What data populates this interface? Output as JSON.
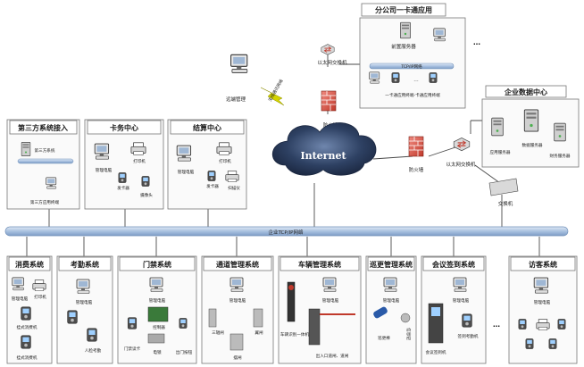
{
  "title": "",
  "top_branch": {
    "title": "分公司一卡通应用",
    "front_server": "前置服务器",
    "switch": "以太网交换机",
    "firewall": "防火墙",
    "terminal": "一卡通应用终端-卡通应用终端",
    "bus": "TCP/IP网络",
    "ellipsis": "…"
  },
  "remote": {
    "label": "远端管理",
    "wireless": "无线通讯网络"
  },
  "internet": "Internet",
  "right_chain": {
    "firewall": "防火墙",
    "switch": "以太网交换机",
    "core_switch": "交换机"
  },
  "enterprise": {
    "title": "企业数据中心",
    "app_server": "应用服务器",
    "db_server": "数据服务器",
    "fin_server": "财务服务器"
  },
  "top_boxes": [
    {
      "title": "第三方系统接入",
      "items": [
        "第三方系统",
        "第三方应用终端"
      ]
    },
    {
      "title": "卡务中心",
      "items": [
        "管理电脑",
        "打印机",
        "发卡器",
        "摄像头"
      ]
    },
    {
      "title": "结算中心",
      "items": [
        "管理电脑",
        "打印机",
        "发卡器",
        "扫描仪"
      ]
    }
  ],
  "network": "企业TCP/IP网络",
  "bottom_boxes": [
    {
      "title": "消费系统",
      "items": [
        "管理电脑",
        "打印机",
        "挂式消费机",
        "挂式消费机"
      ]
    },
    {
      "title": "考勤系统",
      "items": [
        "管理电脑",
        "人脸考勤"
      ]
    },
    {
      "title": "门禁系统",
      "items": [
        "管理电脑",
        "门禁读卡",
        "控制器",
        "电锁",
        "出门按钮"
      ]
    },
    {
      "title": "通道管理系统",
      "items": [
        "管理电脑",
        "三辊闸",
        "翼闸",
        "摆闸"
      ]
    },
    {
      "title": "车辆管理系统",
      "items": [
        "管理电脑",
        "车辆识别一体机",
        "出入口道闸、道闸"
      ]
    },
    {
      "title": "巡更管理系统",
      "items": [
        "管理电脑",
        "巡更棒",
        "信息钮"
      ]
    },
    {
      "title": "会议签到系统",
      "items": [
        "管理电脑",
        "会议签到机",
        "签到考勤机"
      ]
    },
    {
      "title": "访客系统",
      "items": [
        "管理电脑"
      ]
    }
  ],
  "bottom_ellipsis": "…",
  "top_ellipsis": "…",
  "colors": {
    "bus": "#b7cbe6",
    "bus_border": "#6f8fb8",
    "firewall": "#d9534f",
    "cloud": "#2b3a55",
    "line": "#4a4a4a"
  }
}
